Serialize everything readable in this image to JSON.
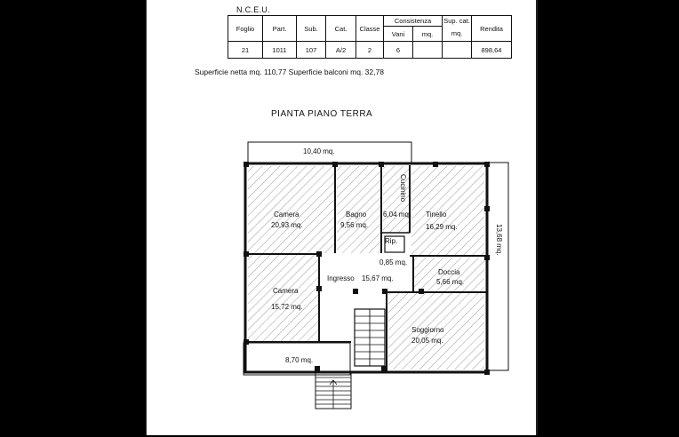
{
  "header": {
    "code": "N.C.E.U."
  },
  "table": {
    "headers": [
      "Foglio",
      "Part.",
      "Sub.",
      "Cat.",
      "Classe",
      "Consistenza",
      "Sup. cat.",
      "Rendita"
    ],
    "subheaders": [
      "Vani",
      "mq.",
      "mq."
    ],
    "row": [
      "21",
      "1011",
      "107",
      "A/2",
      "2",
      "6",
      "",
      "",
      "898,64"
    ]
  },
  "surfaces": "Superficie netta mq. 110,77 Superficie balconi mq. 32,78",
  "plan_title": "PIANTA PIANO TERRA",
  "rooms": {
    "balcony_top": "10,40 mq.",
    "camera1_name": "Camera",
    "camera1_area": "20,93 mq.",
    "bagno_name": "Bagno",
    "bagno_area": "9,56 mq.",
    "cucinino_name": "Cucinino",
    "cucinino_area": "6,04 mq.",
    "tinello_name": "Tinello",
    "tinello_area": "16,29 mq.",
    "rip_name": "Rip.",
    "rip_area": "0,85 mq.",
    "doccia_name": "Doccia",
    "doccia_area": "5,66 mq.",
    "ingresso_name": "Ingresso",
    "ingresso_area": "15,67 mq.",
    "camera2_name": "Camera",
    "camera2_area": "15,72 mq.",
    "soggiorno_name": "Soggiorno",
    "soggiorno_area": "20,05 mq.",
    "balcony_bottom": "8,70 mq.",
    "balcony_right": "13,68 mq."
  }
}
